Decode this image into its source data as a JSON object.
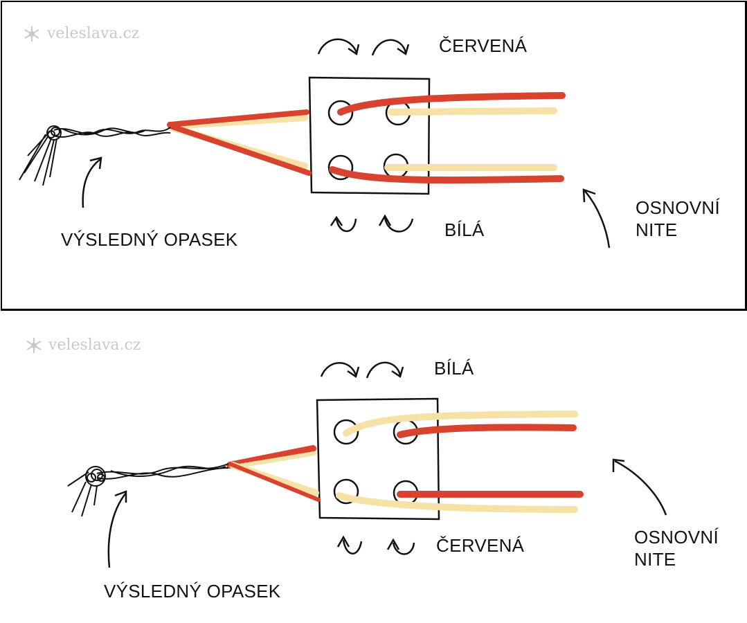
{
  "panels": [
    {
      "watermark": "veleslava.cz",
      "arrows_top_label": "ČERVENÁ",
      "arrows_bottom_label": "BÍLÁ",
      "belt_label": "VÝSLEDNÝ OPASEK",
      "warp_label_line1": "OSNOVNÍ",
      "warp_label_line2": "NITE"
    },
    {
      "watermark": "veleslava.cz",
      "arrows_top_label": "BÍLÁ",
      "arrows_bottom_label": "ČERVENÁ",
      "belt_label": "VÝSLEDNÝ OPASEK",
      "warp_label_line1": "OSNOVNÍ",
      "warp_label_line2": "NITE"
    }
  ],
  "colors": {
    "red_thread": "#d8432f",
    "white_thread": "#f6e2a6",
    "ink": "#111111",
    "watermark": "#c9c9c9"
  }
}
